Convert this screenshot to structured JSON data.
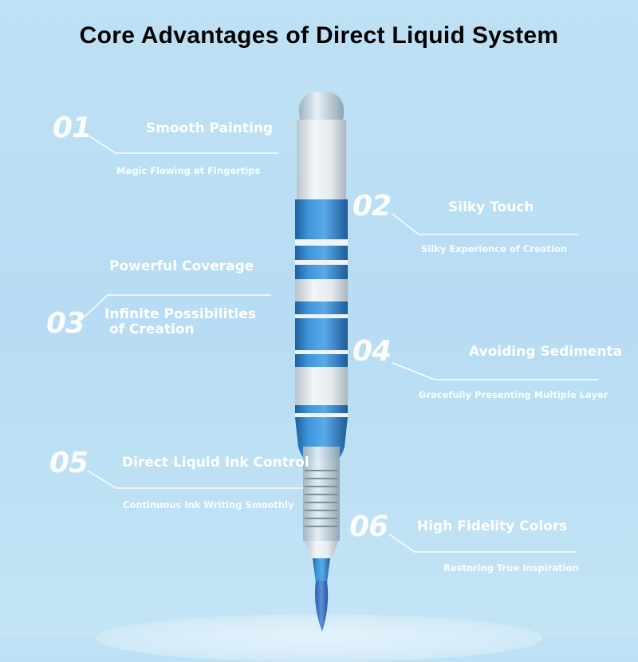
{
  "title": "Core Advantages of Direct Liquid System",
  "features": [
    {
      "num": "01",
      "heading": "Smooth Painting",
      "sub": "Magic Flowing at Fingertips"
    },
    {
      "num": "02",
      "heading": "Silky Touch",
      "sub": "Silky Experience of Creation"
    },
    {
      "num": "03",
      "heading_top": "Powerful Coverage",
      "heading_line1": "Infinite Possibilities",
      "heading_line2": "of Creation"
    },
    {
      "num": "04",
      "heading": "Avoiding Sedimenta",
      "sub": "Gracefully Presenting Multiple Layer"
    },
    {
      "num": "05",
      "heading": "Direct Liquid Ink Control",
      "sub": "Continuous Ink Writing Smoothly"
    },
    {
      "num": "06",
      "heading": "High Fidelity Colors",
      "sub": "Restoring True Inspiration"
    }
  ],
  "colors": {
    "background": "#bfe1f5",
    "pen_blue": "#2f86cf",
    "pen_white": "#e8eef1",
    "text": "#ffffff"
  }
}
